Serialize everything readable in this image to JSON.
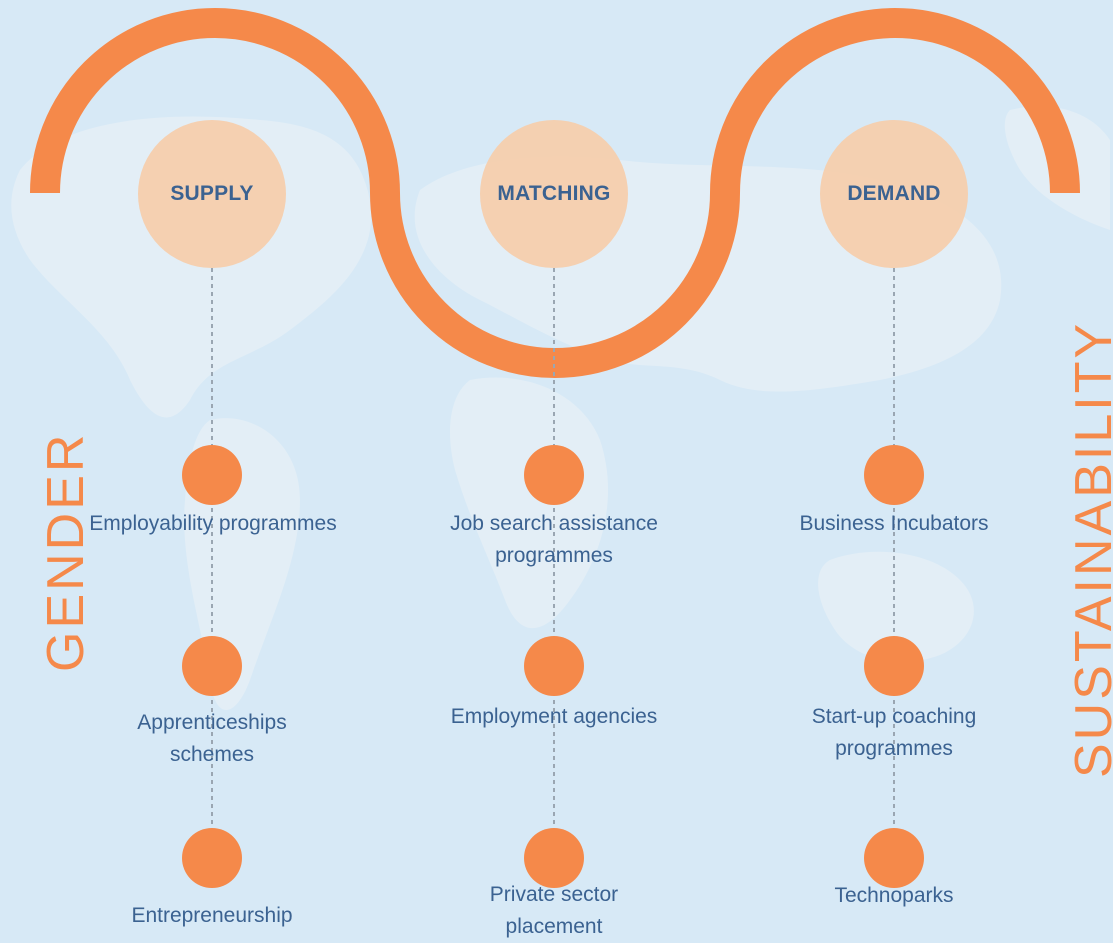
{
  "colors": {
    "accent": "#f5894a",
    "circle": "#f6cdaa",
    "text": "#3b6291",
    "background": "#d7e9f6",
    "connector": "#9aa6b2"
  },
  "side_labels": {
    "left": "GENDER",
    "right": "SUSTAINABILITY"
  },
  "pillars": [
    {
      "title": "SUPPLY",
      "items": [
        "Employability programmes",
        "Apprenticeships schemes",
        "Entrepreneurship"
      ]
    },
    {
      "title": "MATCHING",
      "items": [
        "Job search assistance programmes",
        "Employment agencies",
        "Private sector placement"
      ]
    },
    {
      "title": "DEMAND",
      "items": [
        "Business Incubators",
        "Start-up coaching programmes",
        "Technoparks"
      ]
    }
  ]
}
